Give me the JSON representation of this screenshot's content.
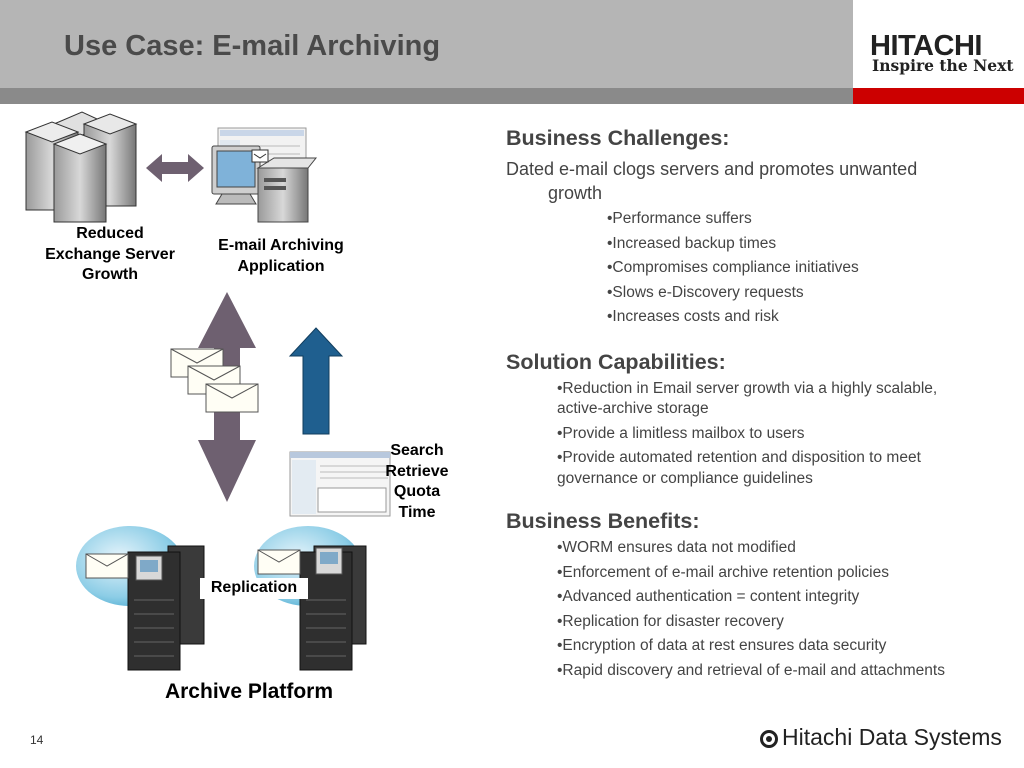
{
  "slide": {
    "title": "Use Case:  E-mail Archiving",
    "page_number": "14",
    "brand_color": "#cc0000"
  },
  "logo": {
    "name": "HITACHI",
    "tagline": "Inspire the Next",
    "footer_logo": "Hitachi Data Systems"
  },
  "diagram": {
    "exchange_label": [
      "Reduced",
      "Exchange Server",
      "Growth"
    ],
    "archiving_label": [
      "E-mail Archiving",
      "Application"
    ],
    "search_label": [
      "Search",
      "Retrieve",
      "Quota",
      "Time"
    ],
    "replication_label": "Replication",
    "platform_label": "Archive Platform"
  },
  "challenges": {
    "heading": "Business Challenges:",
    "intro_line1": "Dated e-mail clogs servers and promotes unwanted",
    "intro_line2": "growth",
    "items": [
      "•Performance suffers",
      "•Increased backup times",
      "•Compromises compliance initiatives",
      "•Slows e-Discovery requests",
      "•Increases costs and risk"
    ]
  },
  "capabilities": {
    "heading": "Solution Capabilities:",
    "items": [
      [
        "•Reduction in Email server growth via a highly scalable,",
        "active-archive storage"
      ],
      [
        "•Provide a limitless mailbox to users"
      ],
      [
        "•Provide automated retention and disposition to meet",
        "governance or compliance guidelines"
      ]
    ]
  },
  "benefits": {
    "heading": "Business Benefits:",
    "items": [
      "•WORM ensures data not modified",
      "•Enforcement of e-mail archive retention policies",
      "•Advanced authentication = content integrity",
      "•Replication for disaster recovery",
      "•Encryption of data at rest ensures data security",
      "•Rapid discovery and retrieval of e-mail and attachments"
    ]
  }
}
